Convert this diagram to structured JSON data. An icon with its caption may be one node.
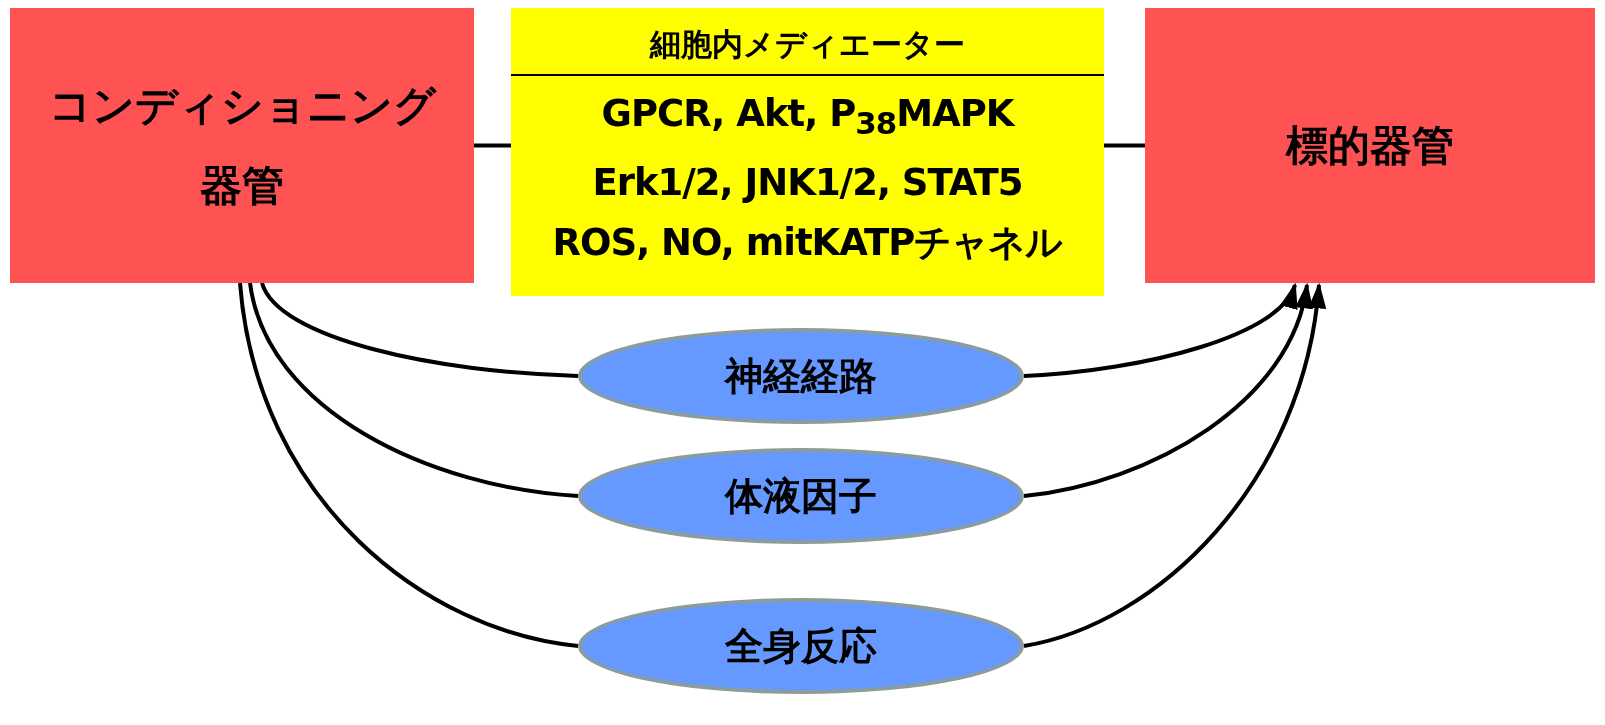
{
  "diagram": {
    "nodes": [
      {
        "text": [
          "コンディショニング器管"
        ]
      },
      {
        "text": [
          "細胞内メディエーター",
          "GPCR, Akt, P$_{38}$MAPK",
          "Erk1/2, JNK1/2, STAT5",
          "ROS, NO, mitKATPチャネル"
        ]
      },
      {
        "text": [
          "標的器管"
        ]
      },
      {
        "text": [
          "神経経路"
        ]
      },
      {
        "text": [
          "体液因子"
        ]
      },
      {
        "text": [
          "全身反応"
        ]
      }
    ],
    "edges": [
      {
        "from": 0,
        "to": 1,
        "arrow": "none"
      },
      {
        "from": 1,
        "to": 2,
        "arrow": "none"
      },
      {
        "from": 0,
        "to": 3,
        "arrow": "none"
      },
      {
        "from": 3,
        "to": 2,
        "arrow": "to"
      },
      {
        "from": 0,
        "to": 4,
        "arrow": "none"
      },
      {
        "from": 4,
        "to": 2,
        "arrow": "to"
      },
      {
        "from": 0,
        "to": 5,
        "arrow": "none"
      },
      {
        "from": 5,
        "to": 2,
        "arrow": "to"
      }
    ]
  }
}
